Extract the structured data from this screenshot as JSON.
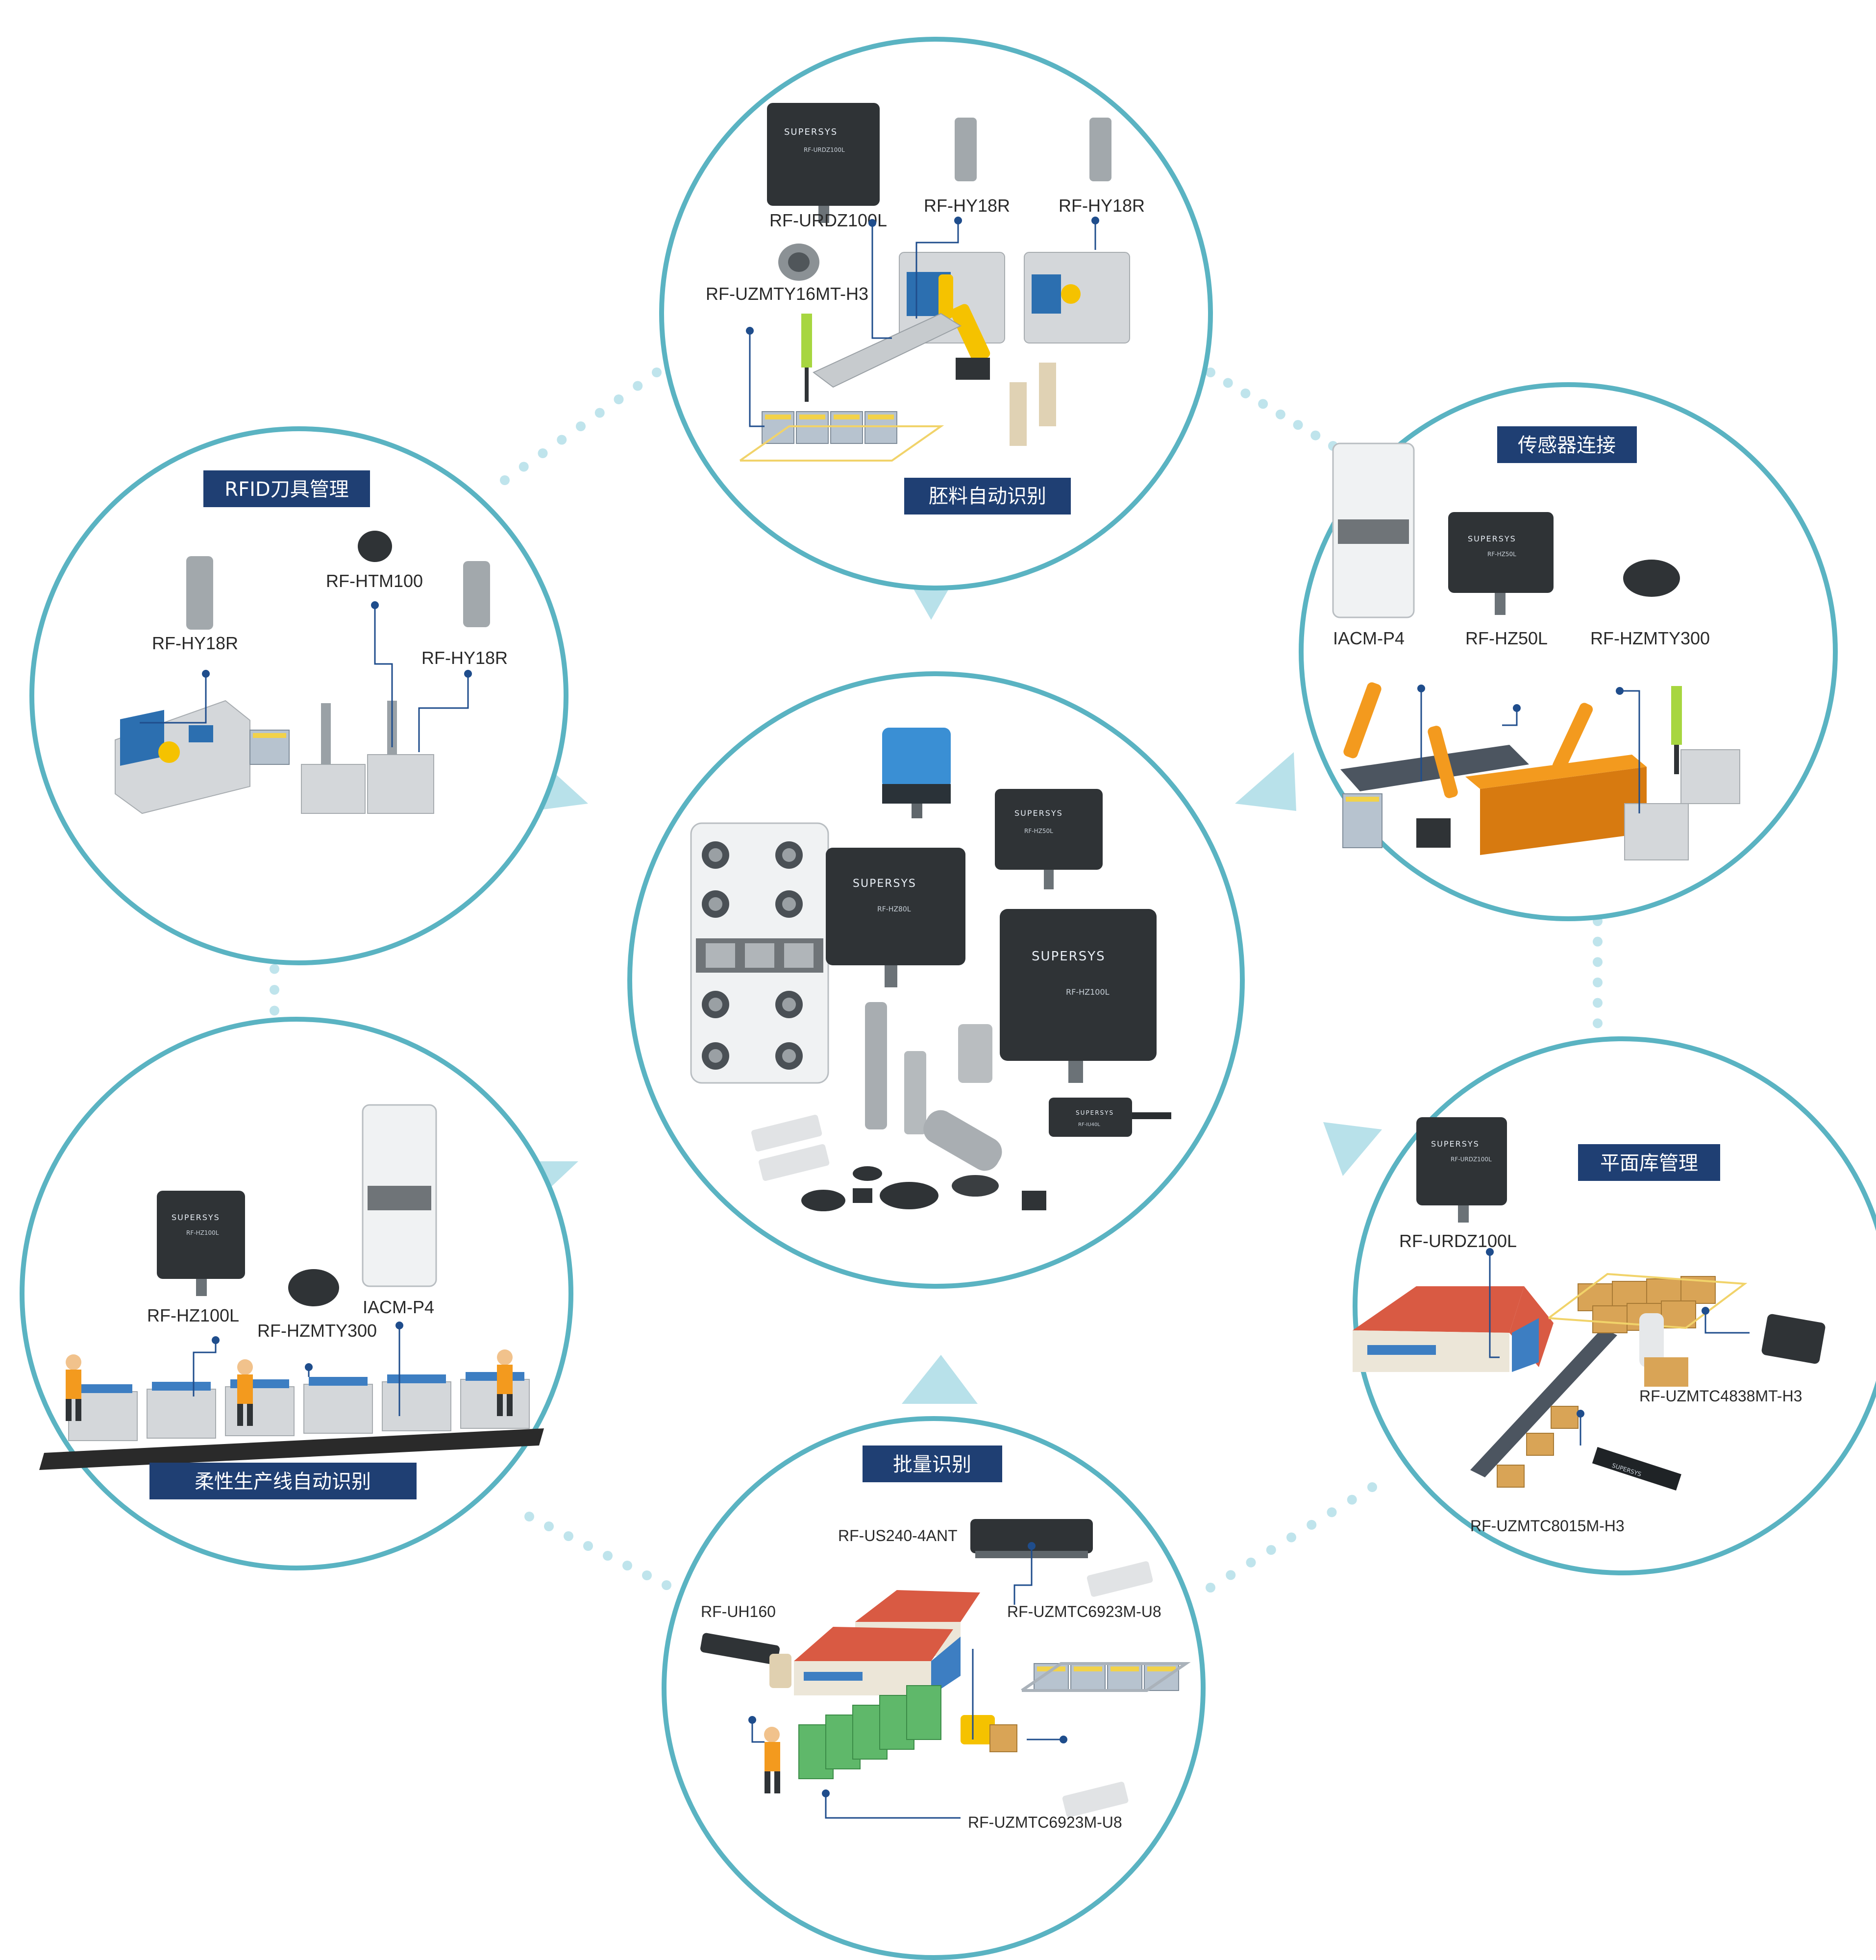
{
  "center_hub": {
    "devices": [
      {
        "logo": "SUPERSYS",
        "model": "RF-HZ80L"
      },
      {
        "logo": "SUPERSYS",
        "model": "RF-HZ100L"
      },
      {
        "logo": "SUPERSYS",
        "model": "RF-HZ50L"
      },
      {
        "logo": "SUPERSYS",
        "model": "RF-IU40L"
      }
    ]
  },
  "scenes": {
    "top": {
      "title": "胚料自动识别",
      "labels": [
        "RF-URDZ100L",
        "RF-HY18R",
        "RF-HY18R",
        "RF-UZMTY16MT-H3"
      ],
      "device_logo": "SUPERSYS",
      "device_model": "RF-URDZ100L"
    },
    "left": {
      "title": "RFID刀具管理",
      "labels": [
        "RF-HY18R",
        "RF-HTM100",
        "RF-HY18R"
      ]
    },
    "right": {
      "title": "传感器连接",
      "labels": [
        "IACM-P4",
        "RF-HZ50L",
        "RF-HZMTY300"
      ],
      "device_logo": "SUPERSYS",
      "device_model": "RF-HZ50L"
    },
    "bottom_left": {
      "title": "柔性生产线自动识别",
      "labels": [
        "RF-HZ100L",
        "RF-HZMTY300",
        "IACM-P4"
      ],
      "device_logo": "SUPERSYS",
      "device_model": "RF-HZ100L"
    },
    "bottom_right": {
      "title": "平面库管理",
      "labels": [
        "RF-URDZ100L",
        "RF-UZMTC4838MT-H3",
        "RF-UZMTC8015M-H3"
      ],
      "device_logo": "SUPERSYS",
      "device_model": "RF-URDZ100L",
      "tag_logo": "SUPERSYS"
    },
    "bottom": {
      "title": "批量识别",
      "labels": [
        "RF-US240-4ANT",
        "RF-UZMTC6923M-U8",
        "RF-UH160",
        "RF-UZMTC6923M-U8"
      ]
    }
  },
  "colors": {
    "circle_stroke": "#5ab3c2",
    "banner": "#1f3f73",
    "connector_dots": "#bfe4ec",
    "wire": "#1f4d8c"
  }
}
